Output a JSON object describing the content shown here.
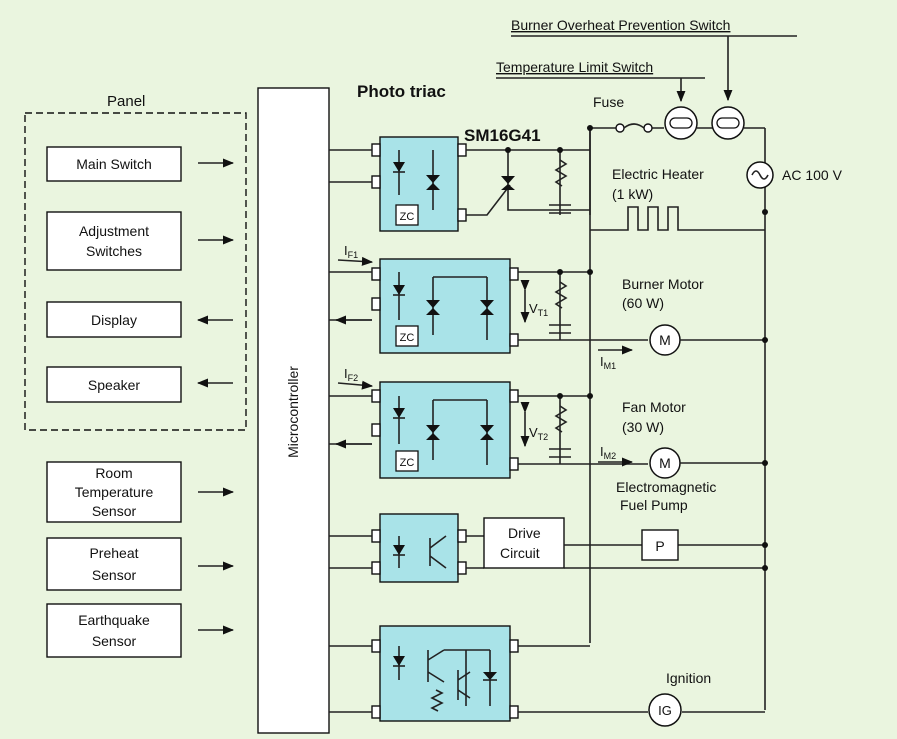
{
  "labels": {
    "panel": "Panel",
    "main_switch": "Main Switch",
    "adjustment_1": "Adjustment",
    "adjustment_2": "Switches",
    "display": "Display",
    "speaker": "Speaker",
    "room_1": "Room",
    "room_2": "Temperature",
    "room_3": "Sensor",
    "preheat_1": "Preheat",
    "preheat_2": "Sensor",
    "earthquake_1": "Earthquake",
    "earthquake_2": "Sensor",
    "microcontroller": "Microcontroller",
    "photo_triac": "Photo triac",
    "sm16g41": "SM16G41",
    "temp_limit": "Temperature Limit Switch",
    "burner_overheat": "Burner Overheat Prevention Switch",
    "fuse": "Fuse",
    "heater_1": "Electric Heater",
    "heater_2": "(1 kW)",
    "ac": "AC 100 V",
    "burner_1": "Burner Motor",
    "burner_2": "(60 W)",
    "fan_1": "Fan Motor",
    "fan_2": "(30 W)",
    "pump_1": "Electromagnetic",
    "pump_2": "Fuel Pump",
    "drive_1": "Drive",
    "drive_2": "Circuit",
    "ignition": "Ignition",
    "zc": "ZC",
    "m": "M",
    "p": "P",
    "ig": "IG",
    "if1": "I",
    "if1_sub": "F1",
    "if2": "I",
    "if2_sub": "F2",
    "vt1": "V",
    "vt1_sub": "T1",
    "vt2": "V",
    "vt2_sub": "T2",
    "im1": "I",
    "im1_sub": "M1",
    "im2": "I",
    "im2_sub": "M2"
  }
}
